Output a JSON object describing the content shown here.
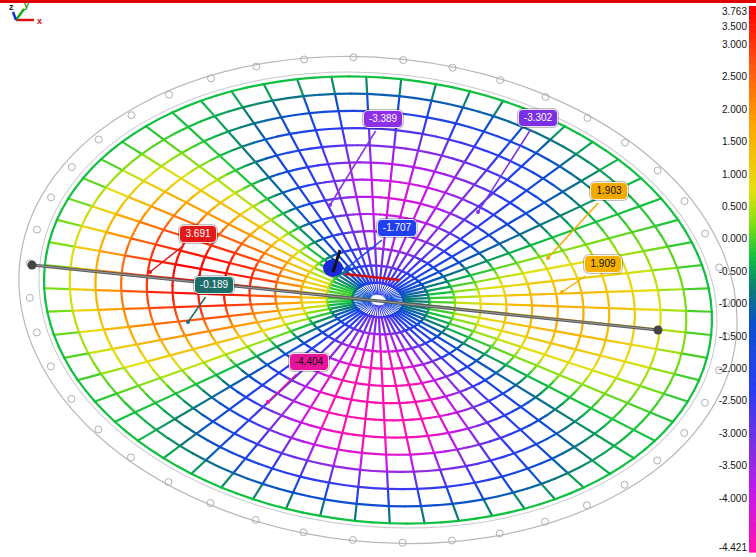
{
  "diagram": {
    "nodes": [
      {
        "text": [
          "-3.302"
        ]
      },
      {
        "text": [
          "-3.389"
        ]
      },
      {
        "text": [
          "1.903"
        ]
      },
      {
        "text": [
          "-1.707"
        ]
      },
      {
        "text": [
          "3.691"
        ]
      },
      {
        "text": [
          "1.909"
        ]
      },
      {
        "text": [
          "-0.189"
        ]
      },
      {
        "text": [
          "-4.404"
        ]
      }
    ],
    "labels": [
      "z",
      "y",
      "x",
      "3.763",
      "3.500",
      "3.000",
      "2.500",
      "2.000",
      "1.500",
      "1.000",
      "0.500",
      "0.000",
      "-0.500",
      "-1.000",
      "-1.500",
      "-2.000",
      "-2.500",
      "-3.000",
      "-3.500",
      "-4.000",
      "-4.421"
    ]
  }
}
